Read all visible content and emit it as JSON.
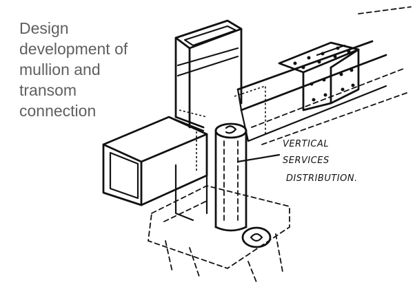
{
  "caption": {
    "lines": [
      "Design",
      "development of",
      "mullion and",
      "transom",
      "connection"
    ]
  },
  "annotation": {
    "lines": [
      "VERTICAL",
      "SERVICES",
      "DISTRIBUTION."
    ]
  },
  "style": {
    "ink_color": "#111111",
    "caption_color": "#5f5f5f",
    "background": "#ffffff"
  }
}
